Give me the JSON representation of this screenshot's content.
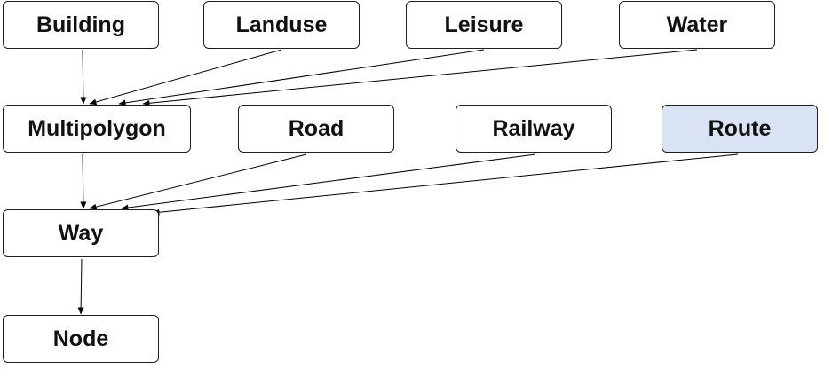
{
  "diagram": {
    "nodes": {
      "building": "Building",
      "landuse": "Landuse",
      "leisure": "Leisure",
      "water": "Water",
      "multipolygon": "Multipolygon",
      "road": "Road",
      "railway": "Railway",
      "route": "Route",
      "way": "Way",
      "node": "Node"
    },
    "edges": [
      {
        "from": "Building",
        "to": "Multipolygon"
      },
      {
        "from": "Landuse",
        "to": "Multipolygon"
      },
      {
        "from": "Leisure",
        "to": "Multipolygon"
      },
      {
        "from": "Water",
        "to": "Multipolygon"
      },
      {
        "from": "Multipolygon",
        "to": "Way"
      },
      {
        "from": "Road",
        "to": "Way"
      },
      {
        "from": "Railway",
        "to": "Way"
      },
      {
        "from": "Route",
        "to": "Way"
      },
      {
        "from": "Way",
        "to": "Node"
      }
    ],
    "highlighted_node": "Route",
    "colors": {
      "highlight_fill": "#dae3f3",
      "border": "#1f1f1f",
      "edge": "#000000"
    }
  }
}
